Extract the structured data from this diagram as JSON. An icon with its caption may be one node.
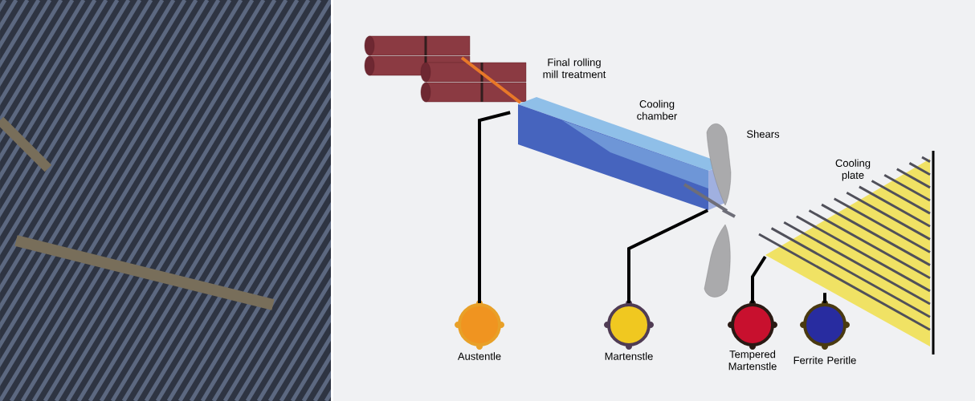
{
  "diagram": {
    "nodes": [
      {
        "text": [],
        "shape": "picture",
        "beside": [
          "Final rolling mill treatment"
        ]
      },
      {
        "text": [],
        "shape": "picture",
        "beside": [
          "Cooling chamber"
        ]
      },
      {
        "text": [],
        "shape": "picture",
        "beside": [
          "Shears"
        ]
      },
      {
        "text": [],
        "shape": "picture",
        "beside": [
          "Cooling plate"
        ]
      },
      {
        "text": [],
        "shape": "circle",
        "beside": [
          "Austentle"
        ]
      },
      {
        "text": [],
        "shape": "circle",
        "beside": [
          "Martenstle"
        ]
      },
      {
        "text": [],
        "shape": "circle",
        "beside": [
          "Tempered Martenstle"
        ]
      },
      {
        "text": [],
        "shape": "circle",
        "beside": [
          "Ferrite Peritle"
        ]
      }
    ],
    "edges": [
      {
        "from": 4,
        "to": 0,
        "arrow": "none"
      },
      {
        "from": 5,
        "to": 1,
        "arrow": "none"
      },
      {
        "from": 6,
        "to": 3,
        "arrow": "none"
      },
      {
        "from": 7,
        "to": 3,
        "arrow": "none"
      }
    ]
  }
}
